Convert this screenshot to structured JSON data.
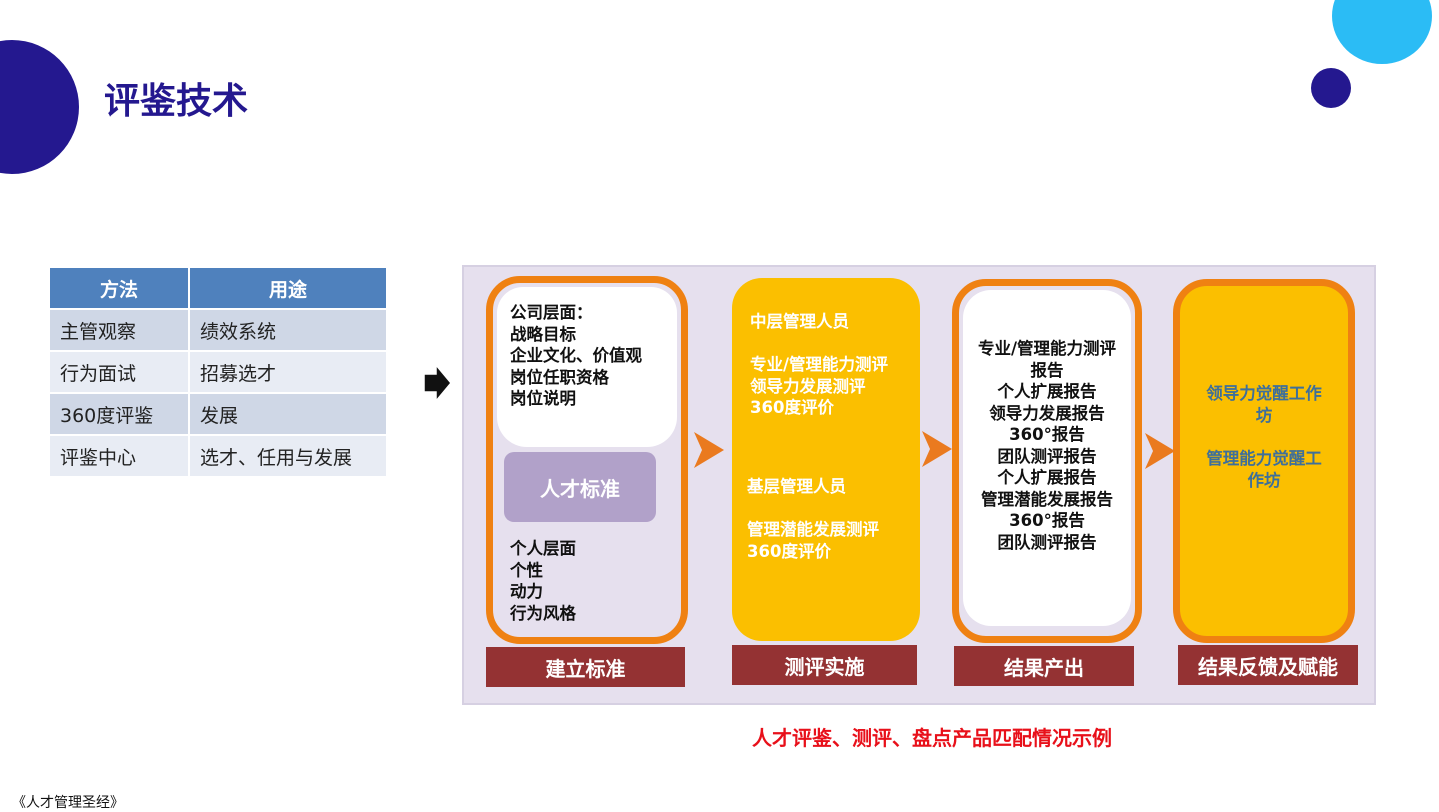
{
  "title": "评鉴技术",
  "methods_table": {
    "headers": [
      "方法",
      "用途"
    ],
    "rows": [
      [
        "主管观察",
        "绩效系统"
      ],
      [
        "行为面试",
        "招募选才"
      ],
      [
        "360度评鉴",
        "发展"
      ],
      [
        "评鉴中心",
        "选才、任用与发展"
      ]
    ]
  },
  "process": {
    "standard": {
      "company_lines": [
        "公司层面：",
        "战略目标",
        "企业文化、价值观",
        "岗位任职资格",
        "岗位说明"
      ],
      "talent_box": "人才标准",
      "personal_lines": [
        "个人层面",
        "个性",
        "动力",
        "行为风格"
      ]
    },
    "implementation": {
      "mid_title": "中层管理人员",
      "mid_items": [
        "专业/管理能力测评",
        "领导力发展测评",
        "360度评价"
      ],
      "base_title": "基层管理人员",
      "base_items": [
        "管理潜能发展测评",
        "360度评价"
      ]
    },
    "output": {
      "reports": [
        "专业/管理能力测评报告",
        "个人扩展报告",
        "领导力发展报告",
        "360°报告",
        "团队测评报告",
        "个人扩展报告",
        "管理潜能发展报告",
        "360°报告",
        "团队测评报告"
      ]
    },
    "feedback": {
      "workshops": [
        "领导力觉醒工作坊",
        "管理能力觉醒工作坊"
      ]
    },
    "step_labels": [
      "建立标准",
      "测评实施",
      "结果产出",
      "结果反馈及赋能"
    ]
  },
  "caption": "人才评鉴、测评、盘点产品匹配情况示例",
  "source": "《人才管理圣经》",
  "colors": {
    "navy": "#24188f",
    "sky": "#2bbcf5",
    "table_header": "#4f81bd",
    "orange": "#ef8112",
    "gold": "#fbbf00",
    "maroon": "#943233",
    "lavender": "#e6e0ee",
    "caption_red": "#e8101a"
  }
}
